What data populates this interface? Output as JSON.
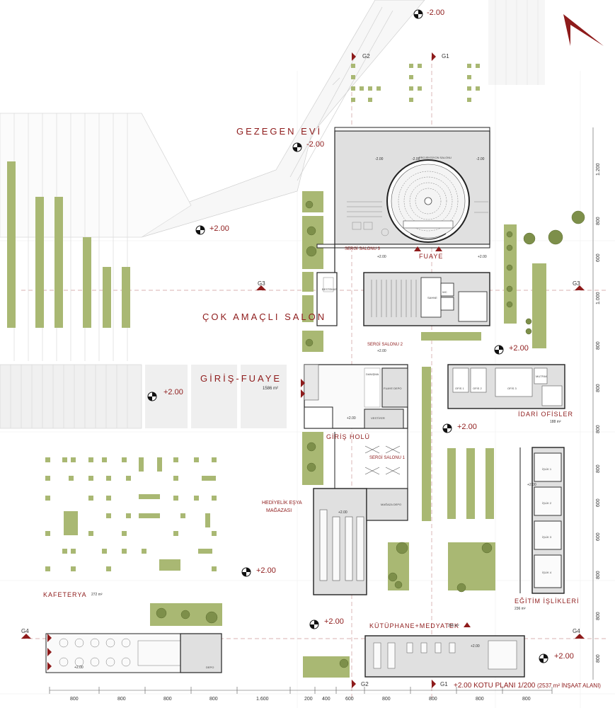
{
  "north_arrow": "north-arrow-icon",
  "levels": {
    "top": "-2.00",
    "gezegen": "-2.00",
    "west_upper": "+2.00",
    "east_mid": "+2.00",
    "giris": "+2.00",
    "center": "+2.00",
    "south_center": "+2.00",
    "south_mid": "+2.00",
    "south_east": "+2.00",
    "proj_left": "-2.00",
    "proj_mid": "-2.00",
    "proj_right": "-2.00",
    "sergi3": "+2.00",
    "sergi2": "+2.00",
    "fuaye": "+2.00",
    "hediyelik": "+2.00",
    "kafe": "+2.00",
    "egitim": "+2.00",
    "kutuphane": "+2.00",
    "giris_holu": "+2.00"
  },
  "sections": [
    "G1",
    "G2",
    "G3",
    "G4"
  ],
  "labels": {
    "gezegen_evi": "GEZEGEN EVİ",
    "fuaye": "FUAYE",
    "sergi_salonu_3": "SERGİ SALONU 3",
    "cok_amacli_salon": "ÇOK AMAÇLI SALON",
    "sergi_salonu_2": "SERGİ SALONU 2",
    "giris_fuaye": "GİRİŞ-FUAYE",
    "giris_fuaye_area": "1586 m²",
    "giris_holu": "GİRİŞ HOLÜ",
    "sergi_salonu_1": "SERGİ SALONU 1",
    "idari_ofisler": "İDARİ OFİSLER",
    "idari_area": "188 m²",
    "hediyelik": "HEDİYELİK EŞYA",
    "magazasi": "MAĞAZASI",
    "egitim_islikleri": "EĞİTİM İŞLİKLERİ",
    "egitim_area": "236 m²",
    "kafeterya": "KAFETERYA",
    "kafeterya_area": "272 m²",
    "kutuphane": "KÜTÜPHANE+MEDYATEK",
    "kutuphane_area": "255 m²"
  },
  "rooms": {
    "projeksiyon": "PROJEKSİYON SALONU",
    "bestekar": "BESTEKAR",
    "sahne": "SAHNE",
    "wc": "WC",
    "fuaye_depo": "FUAYE DEPO",
    "danisma": "DANIŞMA",
    "vestiyer": "VESTİYER",
    "ofis1": "OFİS 1",
    "ofis2": "OFİS 2",
    "ofis3": "OFİS 3",
    "mutfak": "MUTFAK",
    "islik1": "İŞLİK 1",
    "islik2": "İŞLİK 2",
    "islik3": "İŞLİK 3",
    "islik4": "İŞLİK 4",
    "magaza_depo": "MAĞAZA DEPO",
    "depo": "DEPO"
  },
  "footer": {
    "plan_title": "+2.00 KOTU PLANI  1/200",
    "construction_area": "(2537 m² İNŞAAT ALANI)"
  },
  "dims_bottom": [
    "800",
    "800",
    "800",
    "800",
    "1.600",
    "200",
    "400",
    "600",
    "800",
    "800",
    "800",
    "800"
  ],
  "dims_right": [
    "1.200",
    "800",
    "600",
    "1.000",
    "800",
    "800",
    "800",
    "800",
    "600",
    "600",
    "800",
    "800",
    "800"
  ],
  "colors": {
    "accent_red": "#8e1b1b",
    "green": "#a9b873",
    "wall": "#222222",
    "floor_grey": "#e0e0e0"
  }
}
